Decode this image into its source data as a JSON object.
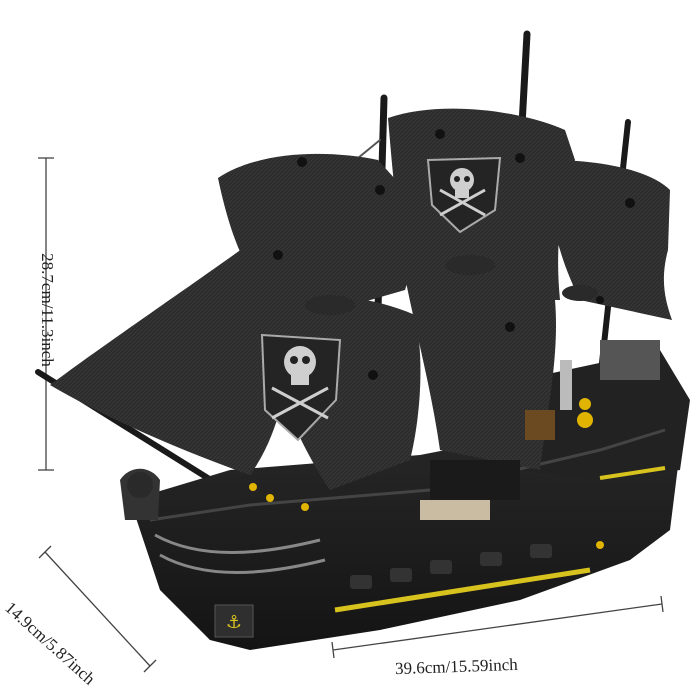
{
  "dimensions": {
    "height": "28.7cm/11.3inch",
    "depth": "14.9cm/5.87inch",
    "length": "39.6cm/15.59inch"
  },
  "colors": {
    "background": "#ffffff",
    "hull": "#1e1e1e",
    "sail": "#2e2e2e",
    "stripe": "#d8c21e",
    "line": "#333333"
  }
}
